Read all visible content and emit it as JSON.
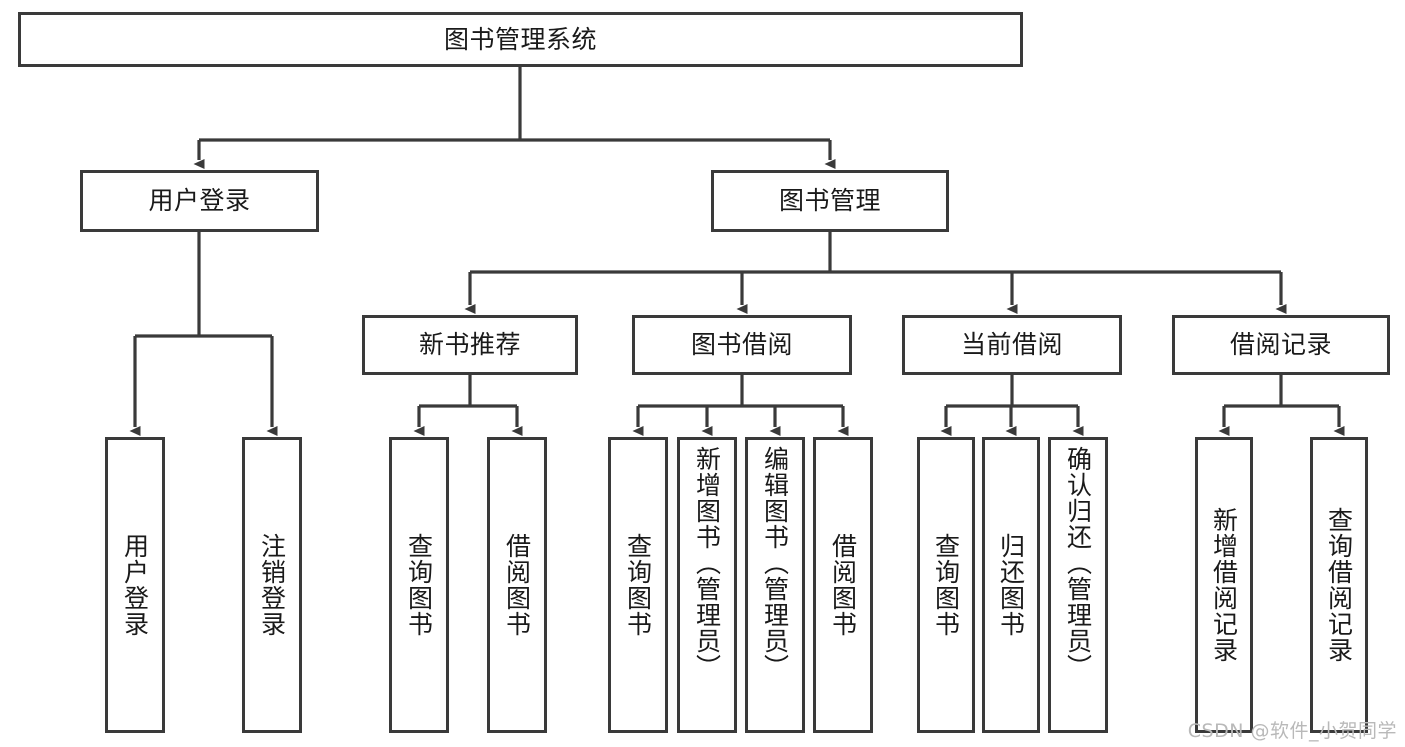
{
  "diagram": {
    "type": "tree",
    "title": "图书管理系统",
    "root": {
      "label": "图书管理系统"
    },
    "level2": [
      {
        "label": "用户登录"
      },
      {
        "label": "图书管理"
      }
    ],
    "level3": [
      {
        "label": "新书推荐"
      },
      {
        "label": "图书借阅"
      },
      {
        "label": "当前借阅"
      },
      {
        "label": "借阅记录"
      }
    ],
    "leaves": {
      "user_login": [
        {
          "label": "用户登录"
        },
        {
          "label": "注销登录"
        }
      ],
      "new_book_recommend": [
        {
          "label": "查询图书"
        },
        {
          "label": "借阅图书"
        }
      ],
      "book_borrow": [
        {
          "label": "查询图书"
        },
        {
          "label": "新增图书（管理员）"
        },
        {
          "label": "编辑图书（管理员）"
        },
        {
          "label": "借阅图书"
        }
      ],
      "current_borrow": [
        {
          "label": "查询图书"
        },
        {
          "label": "归还图书"
        },
        {
          "label": "确认归还（管理员）"
        }
      ],
      "borrow_record": [
        {
          "label": "新增借阅记录"
        },
        {
          "label": "查询借阅记录"
        }
      ]
    }
  },
  "watermark": {
    "text": "CSDN @软件_小贺同学"
  },
  "colors": {
    "stroke": "#3a3a3a",
    "text": "#1a1a1a",
    "background": "#ffffff",
    "watermark": "#b9b9b9"
  }
}
